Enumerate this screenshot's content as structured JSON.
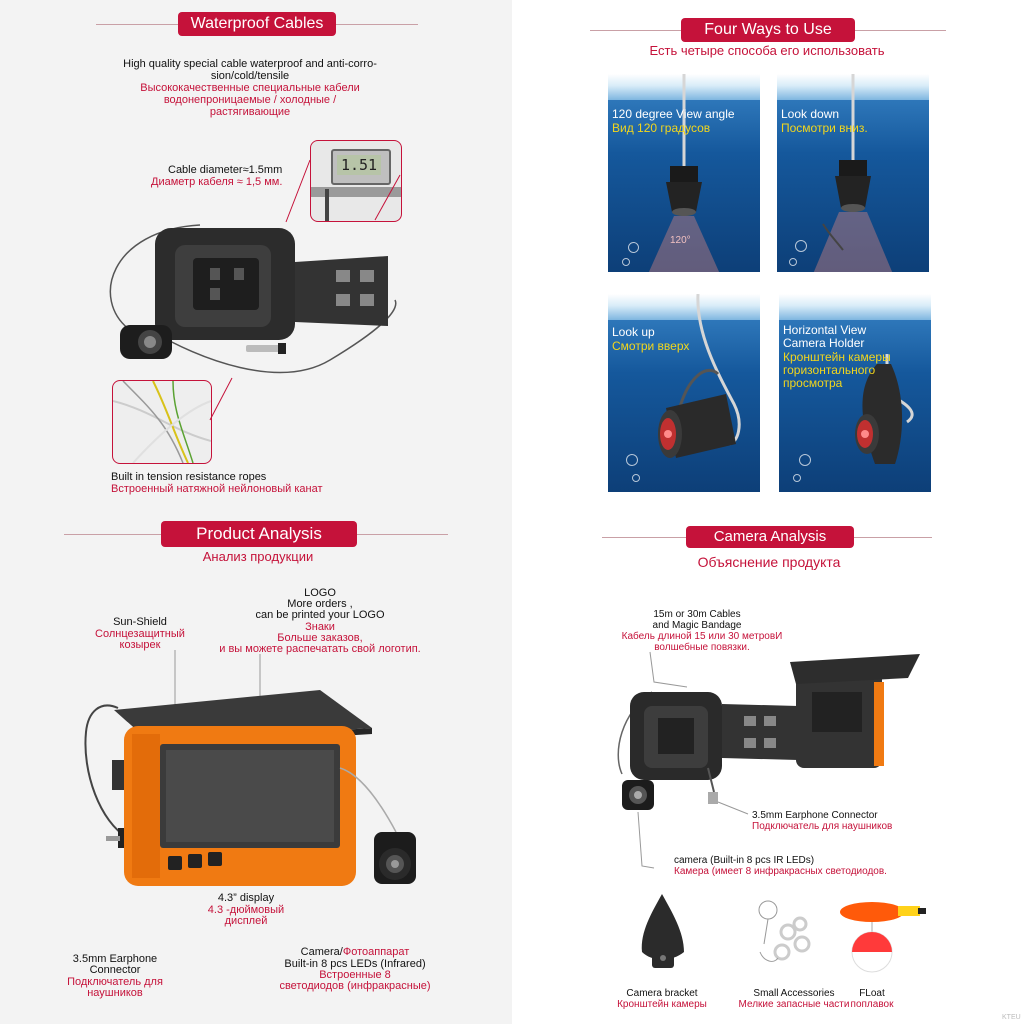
{
  "waterproof": {
    "title": "Waterproof Cables",
    "desc_en_1": "High quality special cable waterproof and anti-corro-",
    "desc_en_2": "sion/cold/tensile",
    "desc_ru_1": "Высококачественные специальные кабели",
    "desc_ru_2": "водонепроницаемые / холодные /",
    "desc_ru_3": "растягивающие",
    "diam_en": "Cable diameter≈1.5mm",
    "diam_ru": "Диаметр кабеля ≈ 1,5 мм.",
    "caliper": "1.51",
    "rope_en": "Built in tension resistance ropes",
    "rope_ru": "Встроенный натяжной нейлоновый канат"
  },
  "fourways": {
    "title": "Four Ways to Use",
    "subtitle": "Есть четыре способа его использовать",
    "p1_en": "120 degree    View angle",
    "p1_ru": "Вид 120 градусов",
    "p1_mark": "120°",
    "p2_en": "Look down",
    "p2_ru": "Посмотри вниз.",
    "p3_en": "Look up",
    "p3_ru": "Смотри вверх",
    "p4_en_1": "Horizontal View",
    "p4_en_2": "Camera Holder",
    "p4_ru_1": "Кронштейн камеры",
    "p4_ru_2": "горизонтального",
    "p4_ru_3": "просмотра"
  },
  "product": {
    "title": "Product Analysis",
    "subtitle": "Анализ продукции",
    "sun_en": "Sun-Shield",
    "sun_ru_1": "Солнцезащитный",
    "sun_ru_2": "козырек",
    "logo_1": "LOGO",
    "logo_2": "More orders ,",
    "logo_3": "can be printed  your LOGO",
    "logo_ru_1": "Знаки",
    "logo_ru_2": "Больше заказов,",
    "logo_ru_3": "и вы можете распечатать свой логотип.",
    "disp_en": "4.3” display",
    "disp_ru_1": "4.3 -дюймовый",
    "disp_ru_2": "дисплей",
    "ear_en_1": "3.5mm  Earphone",
    "ear_en_2": "Connector",
    "ear_ru_1": "Подключатель для",
    "ear_ru_2": "наушников",
    "cam_en": "Camera/",
    "cam_ru_inline": "Фотоаппарат",
    "cam_en_2": "Built-in 8 pcs LEDs (Infrared)",
    "cam_ru_1": "Встроенные 8",
    "cam_ru_2": "светодиодов (инфракрасные)"
  },
  "camera": {
    "title": "Camera Analysis",
    "subtitle": "Объяснение продукта",
    "cable_en_1": "15m or 30m Cables",
    "cable_en_2": "and Magic Bandage",
    "cable_ru_1": "Кабель длиной 15 или 30 метровИ",
    "cable_ru_2": "волшебные повязки.",
    "ear_en": "3.5mm  Earphone Connector",
    "ear_ru": "Подключатель для наушников",
    "cam_en": "camera (Built-in 8 pcs IR LEDs)",
    "cam_ru": "Камера (имеет 8 инфракрасных светодиодов.",
    "bracket_en": "Camera bracket",
    "bracket_ru": "Кронштейн камеры",
    "acc_en": "Small  Accessories",
    "acc_ru": "Мелкие запасные части",
    "float_en": "FLoat",
    "float_ru": "поплавок",
    "watermark": "KTEU"
  }
}
